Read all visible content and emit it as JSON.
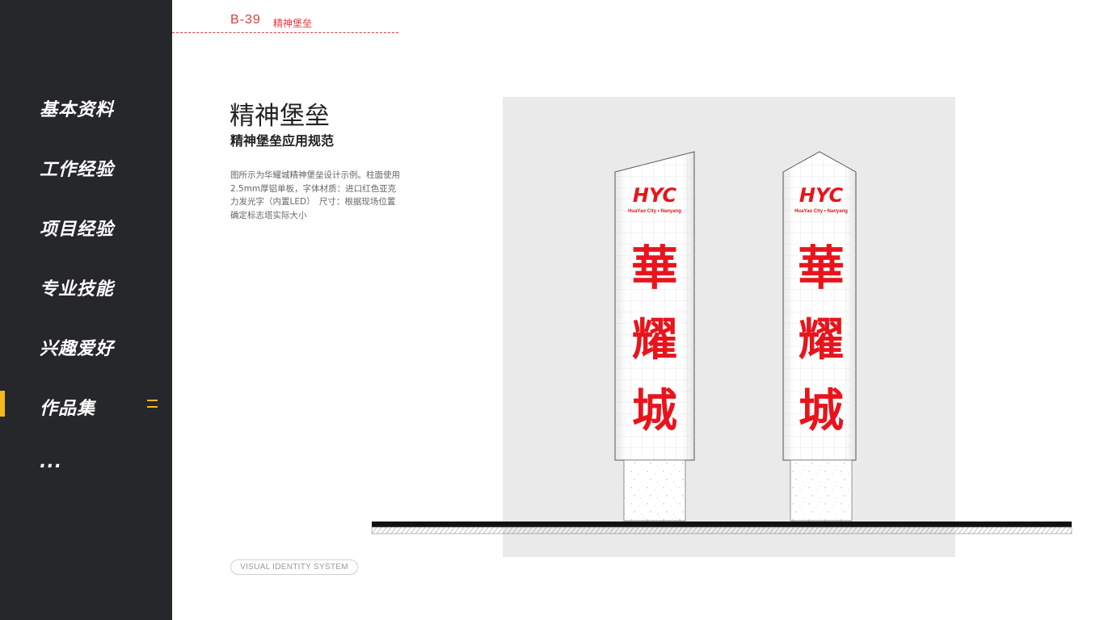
{
  "sidebar": {
    "items": [
      {
        "label": "基本资料"
      },
      {
        "label": "工作经验"
      },
      {
        "label": "项目经验"
      },
      {
        "label": "专业技能"
      },
      {
        "label": "兴趣爱好"
      },
      {
        "label": "作品集",
        "active": true
      },
      {
        "label": "..."
      }
    ],
    "active_color": "#f5b81c",
    "background": "#26272b"
  },
  "header": {
    "code": "B-39",
    "title": "精神堡垒",
    "accent_color": "#e23a3a"
  },
  "content": {
    "title": "精神堡垒",
    "subtitle": "精神堡垒应用规范",
    "description": "图所示为华耀城精神堡垒设计示例。柱面使用2.5mm厚铝单板，字体材质：进口红色亚克力发光字（内置LED）　尺寸：根据现场位置确定标志塔实际大小"
  },
  "footer": {
    "badge": "VISUAL IDENTITY SYSTEM"
  },
  "illustration": {
    "tower_logo": "HYC",
    "tower_tagline": "HuaYao City • Nanyang",
    "tower_chars": [
      "華",
      "耀",
      "城"
    ],
    "brand_color": "#e8141c"
  }
}
